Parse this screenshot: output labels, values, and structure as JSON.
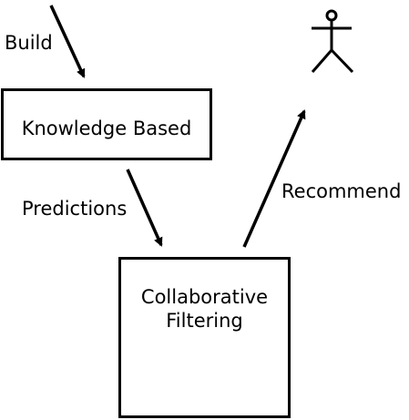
{
  "colors": {
    "stroke": "#000000",
    "background": "#ffffff"
  },
  "icons": {
    "user": "stick-figure-user-icon"
  },
  "nodes": {
    "knowledge_based": {
      "label": "Knowledge Based"
    },
    "collaborative_filtering": {
      "line1": "Collaborative",
      "line2": "Filtering"
    }
  },
  "edges": {
    "build": {
      "label": "Build"
    },
    "predictions": {
      "label": "Predictions"
    },
    "recommend": {
      "label": "Recommend"
    }
  }
}
